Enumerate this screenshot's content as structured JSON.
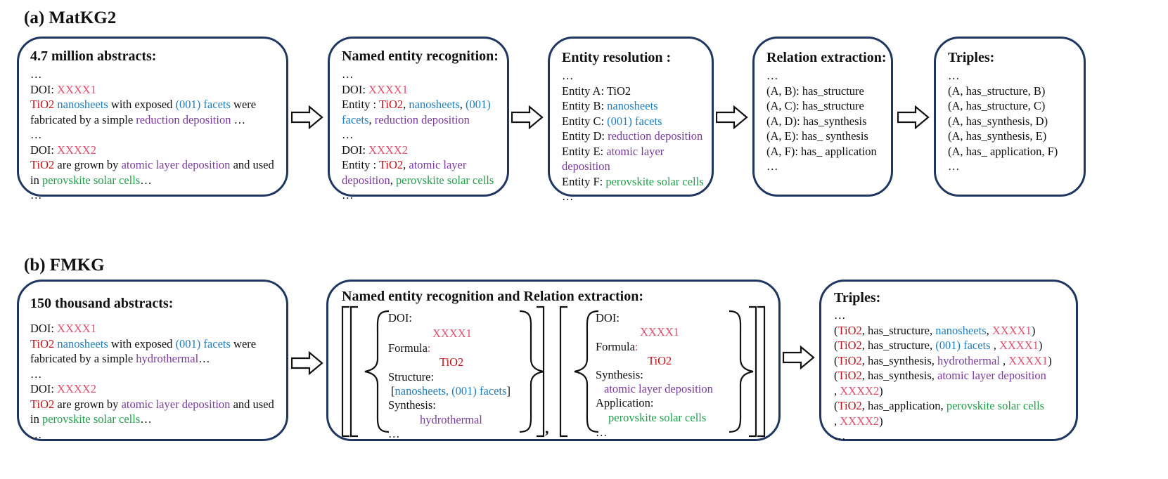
{
  "colors": {
    "dark": "#111111",
    "red": "#c0141c",
    "pink": "#e0506e",
    "blue": "#1f7fc1",
    "purple": "#7a3b9e",
    "green": "#22a04b",
    "border": "#1f3760"
  },
  "section_a": {
    "title": "(a) MatKG2",
    "boxes": [
      {
        "title": "4.7 million abstracts:",
        "lines": [
          [
            [
              "…",
              "dark"
            ]
          ],
          [
            [
              "DOI: ",
              "dark"
            ],
            [
              "XXXX1",
              "pink"
            ]
          ],
          [
            [
              "TiO2",
              "red"
            ],
            [
              " ",
              "dark"
            ],
            [
              "nanosheets",
              "blue"
            ],
            [
              " with exposed ",
              "dark"
            ],
            [
              "(001) facets",
              "blue"
            ],
            [
              " were",
              "dark"
            ]
          ],
          [
            [
              "fabricated by a simple ",
              "dark"
            ],
            [
              "reduction deposition",
              "purple"
            ],
            [
              " …",
              "dark"
            ]
          ],
          [
            [
              "…",
              "dark"
            ]
          ],
          [
            [
              "DOI: ",
              "dark"
            ],
            [
              "XXXX2",
              "pink"
            ]
          ],
          [
            [
              "TiO2",
              "red"
            ],
            [
              " are grown by ",
              "dark"
            ],
            [
              "atomic layer deposition",
              "purple"
            ],
            [
              " and used",
              "dark"
            ]
          ],
          [
            [
              "in ",
              "dark"
            ],
            [
              "perovskite solar cells",
              "green"
            ],
            [
              "…",
              "dark"
            ]
          ],
          [
            [
              "…",
              "dark"
            ]
          ]
        ]
      },
      {
        "title": "Named entity recognition:",
        "lines": [
          [
            [
              "…",
              "dark"
            ]
          ],
          [
            [
              "DOI: ",
              "dark"
            ],
            [
              "XXXX1",
              "pink"
            ]
          ],
          [
            [
              "Entity : ",
              "dark"
            ],
            [
              "TiO2",
              "red"
            ],
            [
              ", ",
              "dark"
            ],
            [
              "nanosheets",
              "blue"
            ],
            [
              ", ",
              "dark"
            ],
            [
              "(001)",
              "blue"
            ]
          ],
          [
            [
              "facets",
              "blue"
            ],
            [
              ", ",
              "dark"
            ],
            [
              "reduction deposition",
              "purple"
            ]
          ],
          [
            [
              "…",
              "dark"
            ]
          ],
          [
            [
              "DOI: ",
              "dark"
            ],
            [
              "XXXX2",
              "pink"
            ]
          ],
          [
            [
              "Entity : ",
              "dark"
            ],
            [
              "TiO2",
              "red"
            ],
            [
              ", ",
              "dark"
            ],
            [
              "atomic layer",
              "purple"
            ]
          ],
          [
            [
              "deposition",
              "purple"
            ],
            [
              ", ",
              "dark"
            ],
            [
              "perovskite solar cells",
              "green"
            ]
          ],
          [
            [
              "…",
              "dark"
            ]
          ]
        ]
      },
      {
        "title": "Entity resolution :",
        "lines": [
          [
            [
              "…",
              "dark"
            ]
          ],
          [
            [
              "Entity A: TiO2",
              "dark"
            ]
          ],
          [
            [
              "Entity B: ",
              "dark"
            ],
            [
              "nanosheets",
              "blue"
            ]
          ],
          [
            [
              "Entity C: ",
              "dark"
            ],
            [
              "(001) facets",
              "blue"
            ]
          ],
          [
            [
              "Entity D: ",
              "dark"
            ],
            [
              "reduction deposition",
              "purple"
            ]
          ],
          [
            [
              "Entity E: ",
              "dark"
            ],
            [
              "atomic layer",
              "purple"
            ]
          ],
          [
            [
              "deposition",
              "purple"
            ]
          ],
          [
            [
              "Entity F: ",
              "dark"
            ],
            [
              "perovskite solar cells",
              "green"
            ]
          ],
          [
            [
              "…",
              "dark"
            ]
          ]
        ]
      },
      {
        "title": "Relation extraction:",
        "lines": [
          [
            [
              "…",
              "dark"
            ]
          ],
          [
            [
              "(A, B): has_structure",
              "dark"
            ]
          ],
          [
            [
              "(A, C): has_structure",
              "dark"
            ]
          ],
          [
            [
              "(A, D): has_synthesis",
              "dark"
            ]
          ],
          [
            [
              "(A, E): has_ synthesis",
              "dark"
            ]
          ],
          [
            [
              "(A, F): has_ application",
              "dark"
            ]
          ],
          [
            [
              "…",
              "dark"
            ]
          ]
        ]
      },
      {
        "title": "Triples:",
        "lines": [
          [
            [
              "…",
              "dark"
            ]
          ],
          [
            [
              "(A, has_structure, B)",
              "dark"
            ]
          ],
          [
            [
              "(A, has_structure, C)",
              "dark"
            ]
          ],
          [
            [
              "(A, has_synthesis, D)",
              "dark"
            ]
          ],
          [
            [
              "(A, has_synthesis, E)",
              "dark"
            ]
          ],
          [
            [
              "(A, has_ application, F)",
              "dark"
            ]
          ],
          [
            [
              "…",
              "dark"
            ]
          ]
        ]
      }
    ]
  },
  "section_b": {
    "title": "(b) FMKG",
    "abstracts_box": {
      "title": "150 thousand abstracts:",
      "lines": [
        [
          [
            "DOI: ",
            "dark"
          ],
          [
            "XXXX1",
            "pink"
          ]
        ],
        [
          [
            "TiO2",
            "red"
          ],
          [
            " ",
            "dark"
          ],
          [
            "nanosheets",
            "blue"
          ],
          [
            " with exposed ",
            "dark"
          ],
          [
            "(001) facets",
            "blue"
          ],
          [
            " were",
            "dark"
          ]
        ],
        [
          [
            "fabricated by a simple ",
            "dark"
          ],
          [
            "hydrothermal",
            "purple"
          ],
          [
            "…",
            "dark"
          ]
        ],
        [
          [
            "…",
            "dark"
          ]
        ],
        [
          [
            "DOI: ",
            "dark"
          ],
          [
            "XXXX2",
            "pink"
          ]
        ],
        [
          [
            "TiO2",
            "red"
          ],
          [
            " are grown by ",
            "dark"
          ],
          [
            "atomic layer deposition",
            "purple"
          ],
          [
            " and used",
            "dark"
          ]
        ],
        [
          [
            "in ",
            "dark"
          ],
          [
            "perovskite solar cells",
            "green"
          ],
          [
            "…",
            "dark"
          ]
        ],
        [
          [
            "…",
            "dark"
          ]
        ]
      ]
    },
    "ner_box": {
      "title": "Named entity recognition and Relation extraction:",
      "record1": {
        "doi_label": "DOI:",
        "doi_value": "XXXX1",
        "formula_label": "Formula",
        "formula_colon": ":",
        "formula_value": "TiO2",
        "structure_label": "Structure:",
        "structure_open": "[",
        "structure_value": "nanosheets, (001) facets",
        "structure_close": "]",
        "synthesis_label": "Synthesis:",
        "synthesis_value": "hydrothermal",
        "ellipsis": "…"
      },
      "separator": ",",
      "record2": {
        "doi_label": "DOI:",
        "doi_value": "XXXX1",
        "formula_label": "Formula",
        "formula_colon": ":",
        "formula_value": "TiO2",
        "synthesis_label": "Synthesis:",
        "synthesis_value": "atomic layer deposition",
        "application_label": "Application:",
        "application_value": "perovskite solar cells",
        "ellipsis": "…"
      }
    },
    "triples_box": {
      "title": "Triples:",
      "lines": [
        [
          [
            "…",
            "dark"
          ]
        ],
        [
          [
            "(",
            "dark"
          ],
          [
            "TiO2",
            "red"
          ],
          [
            ", has_structure, ",
            "dark"
          ],
          [
            "nanosheets",
            "blue"
          ],
          [
            ", ",
            "dark"
          ],
          [
            "XXXX1",
            "pink"
          ],
          [
            ")",
            "dark"
          ]
        ],
        [
          [
            "(",
            "dark"
          ],
          [
            "TiO2",
            "red"
          ],
          [
            ", has_structure, ",
            "dark"
          ],
          [
            "(001) facets",
            "blue"
          ],
          [
            " , ",
            "dark"
          ],
          [
            "XXXX1",
            "pink"
          ],
          [
            ")",
            "dark"
          ]
        ],
        [
          [
            "(",
            "dark"
          ],
          [
            "TiO2",
            "red"
          ],
          [
            ", has_synthesis, ",
            "dark"
          ],
          [
            "hydrothermal",
            "purple"
          ],
          [
            " , ",
            "dark"
          ],
          [
            "XXXX1",
            "pink"
          ],
          [
            ")",
            "dark"
          ]
        ],
        [
          [
            "(",
            "dark"
          ],
          [
            "TiO2",
            "red"
          ],
          [
            ", has_synthesis, ",
            "dark"
          ],
          [
            "atomic layer deposition",
            "purple"
          ]
        ],
        [
          [
            " , ",
            "dark"
          ],
          [
            "XXXX2",
            "pink"
          ],
          [
            ")",
            "dark"
          ]
        ],
        [
          [
            "(",
            "dark"
          ],
          [
            "TiO2",
            "red"
          ],
          [
            ", has_application, ",
            "dark"
          ],
          [
            "perovskite solar cells",
            "green"
          ]
        ],
        [
          [
            " , ",
            "dark"
          ],
          [
            "XXXX2",
            "pink"
          ],
          [
            ")",
            "dark"
          ]
        ],
        [
          [
            "…",
            "dark"
          ]
        ]
      ]
    }
  }
}
